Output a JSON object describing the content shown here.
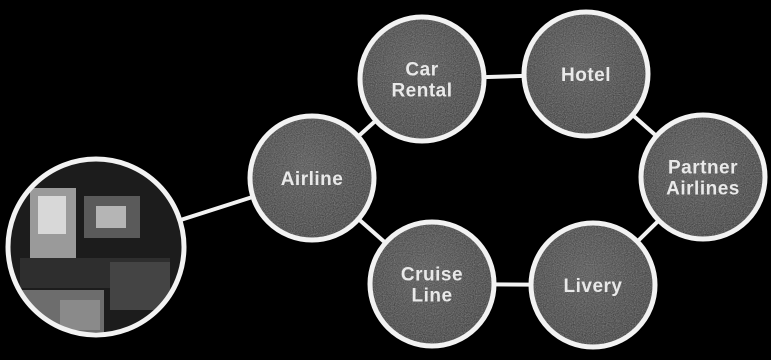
{
  "diagram": {
    "colors": {
      "background": "#000000",
      "node_fill": "#3c3c3c",
      "node_stroke": "#f2f2f2",
      "connector": "#f2f2f2",
      "label": "#e9e9e9"
    },
    "photo_node": {
      "name": "photo-node",
      "description_icon": "photo-image-icon"
    },
    "nodes": [
      {
        "id": "airline",
        "label": "Airline",
        "lines": [
          "Airline"
        ]
      },
      {
        "id": "car-rental",
        "label": "Car Rental",
        "lines": [
          "Car",
          "Rental"
        ]
      },
      {
        "id": "hotel",
        "label": "Hotel",
        "lines": [
          "Hotel"
        ]
      },
      {
        "id": "partner-airlines",
        "label": "Partner Airlines",
        "lines": [
          "Partner",
          "Airlines"
        ]
      },
      {
        "id": "livery",
        "label": "Livery",
        "lines": [
          "Livery"
        ]
      },
      {
        "id": "cruise-line",
        "label": "Cruise Line",
        "lines": [
          "Cruise",
          "Line"
        ]
      }
    ],
    "edges": [
      [
        "photo",
        "airline"
      ],
      [
        "airline",
        "car-rental"
      ],
      [
        "car-rental",
        "hotel"
      ],
      [
        "hotel",
        "partner-airlines"
      ],
      [
        "partner-airlines",
        "livery"
      ],
      [
        "livery",
        "cruise-line"
      ],
      [
        "cruise-line",
        "airline"
      ]
    ]
  }
}
